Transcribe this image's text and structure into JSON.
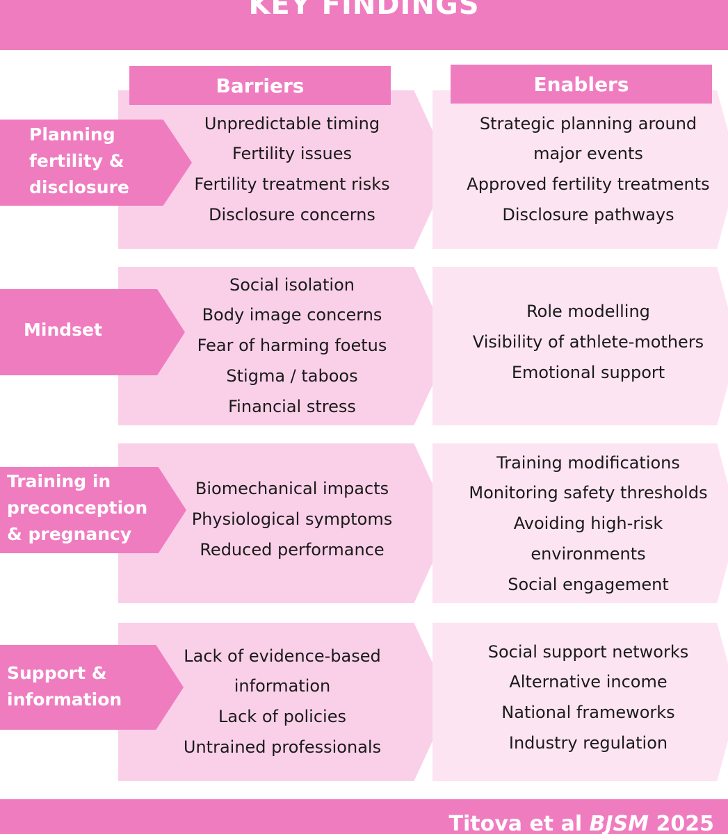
{
  "title": "KEY FINDINGS",
  "columns": {
    "barriers": "Barriers",
    "enablers": "Enablers"
  },
  "rows": [
    {
      "label_lines": [
        "Planning",
        "fertility &",
        "disclosure"
      ],
      "barriers": [
        "Unpredictable timing",
        "Fertility issues",
        "Fertility treatment risks",
        "Disclosure concerns"
      ],
      "enablers": [
        "Strategic planning around",
        "major events",
        "Approved fertility treatments",
        "Disclosure pathways"
      ]
    },
    {
      "label_lines": [
        "Mindset"
      ],
      "barriers": [
        "Social isolation",
        "Body image concerns",
        "Fear of harming foetus",
        "Stigma / taboos",
        "Financial stress"
      ],
      "enablers": [
        "Role modelling",
        "Visibility of athlete-mothers",
        "Emotional support"
      ]
    },
    {
      "label_lines": [
        "Training in",
        "preconception",
        "& pregnancy"
      ],
      "barriers": [
        "Biomechanical impacts",
        "Physiological symptoms",
        "Reduced performance"
      ],
      "enablers": [
        "Training modifications",
        "Monitoring safety thresholds",
        "Avoiding high-risk",
        "environments",
        "Social engagement"
      ]
    },
    {
      "label_lines": [
        "Support &",
        "information"
      ],
      "barriers": [
        "Lack of evidence-based",
        "information",
        "Lack of policies",
        "Untrained professionals"
      ],
      "enablers": [
        "Social support networks",
        "Alternative income",
        "National frameworks",
        "Industry regulation"
      ]
    }
  ],
  "citation": {
    "authors": "Titova et al ",
    "journal": "BJSM",
    "year": " 2025"
  },
  "colors": {
    "accent": "#f07cc0",
    "barrier_fill": "#fad0e9",
    "enabler_fill": "#fde4f2"
  }
}
